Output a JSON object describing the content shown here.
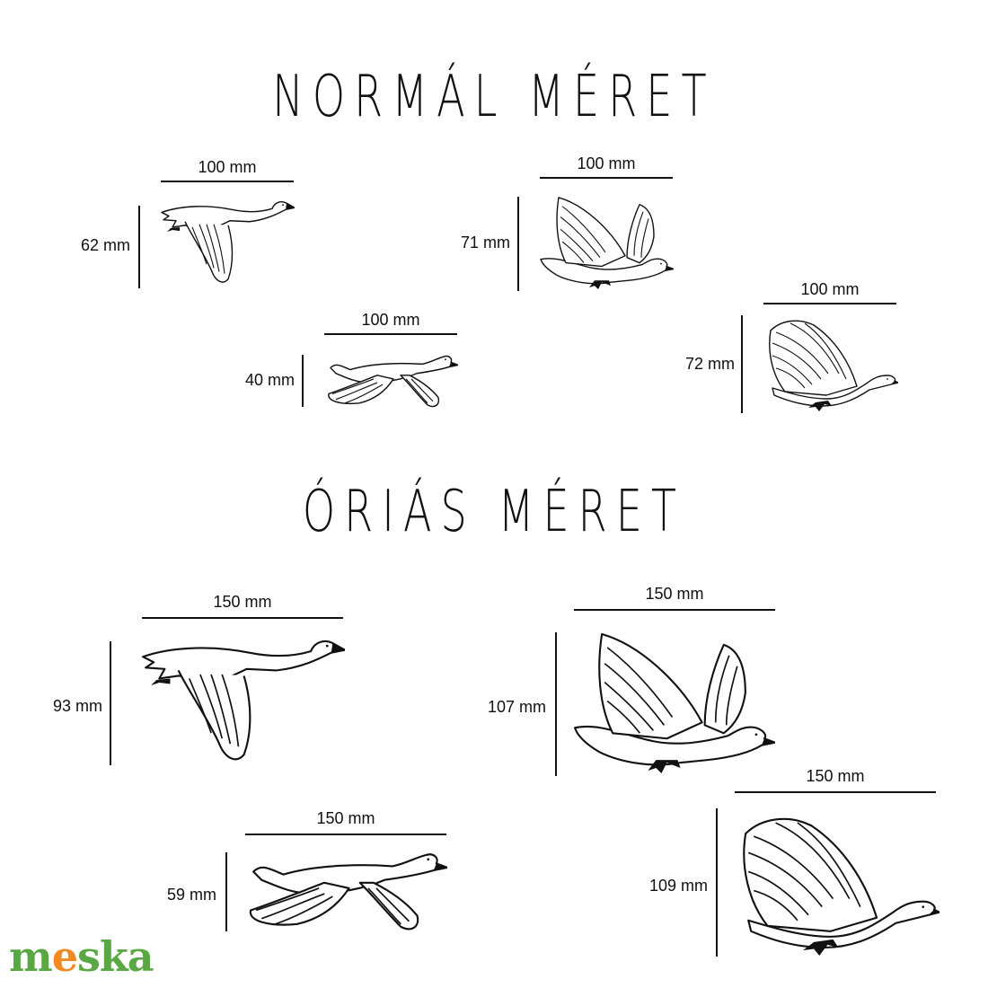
{
  "headings": {
    "normal": "NORMÁL MÉRET",
    "giant": "ÓRIÁS MÉRET"
  },
  "normal": {
    "goose1": {
      "width": "100 mm",
      "height": "62 mm"
    },
    "goose2": {
      "width": "100 mm",
      "height": "71 mm"
    },
    "goose3": {
      "width": "100 mm",
      "height": "40 mm"
    },
    "goose4": {
      "width": "100 mm",
      "height": "72 mm"
    }
  },
  "giant": {
    "goose1": {
      "width": "150 mm",
      "height": "93 mm"
    },
    "goose2": {
      "width": "150 mm",
      "height": "107 mm"
    },
    "goose3": {
      "width": "150 mm",
      "height": "59 mm"
    },
    "goose4": {
      "width": "150 mm",
      "height": "109 mm"
    }
  },
  "logo": {
    "part1": "m",
    "part2": "e",
    "part3": "ska"
  },
  "colors": {
    "logo_green": "#5aa844",
    "logo_orange": "#f08a24",
    "ink": "#111111"
  },
  "icons": [
    "goose-wings-down-icon",
    "goose-wings-up-icon",
    "goose-gliding-icon",
    "goose-takeoff-icon"
  ]
}
